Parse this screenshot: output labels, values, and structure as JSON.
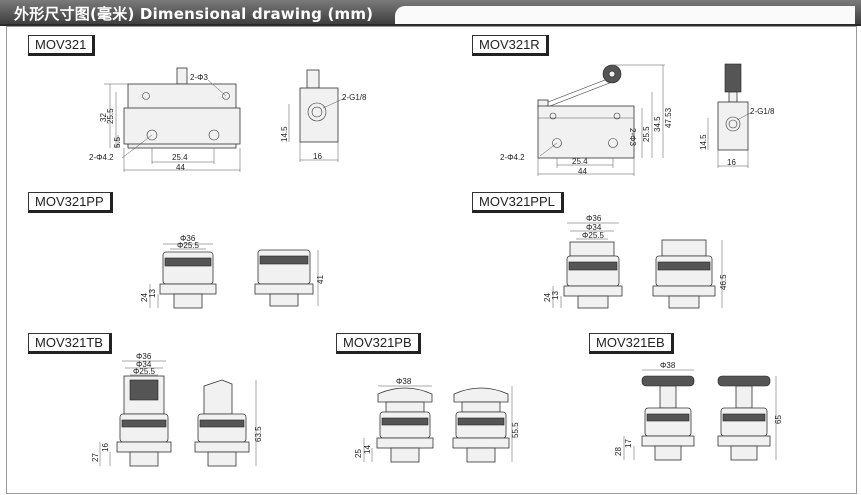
{
  "header": {
    "title": "外形尺寸图(毫米) Dimensional drawing (mm)"
  },
  "models": [
    "MOV321",
    "MOV321R",
    "MOV321PP",
    "MOV321PPL",
    "MOV321TB",
    "MOV321PB",
    "MOV321EB"
  ],
  "dims": {
    "mov321": {
      "hole_top": "2-Φ3",
      "hole_bottom": "2-Φ4.2",
      "height_total": "32",
      "height_inner": "25.5",
      "offset": "5.5",
      "hole_span": "25.4",
      "width": "44",
      "port": "2-G1/8",
      "side_height": "14.5",
      "side_width": "16"
    },
    "mov321r": {
      "height_total": "47.53",
      "h2": "34.5",
      "h3": "25.5",
      "hole_top": "2-Φ3",
      "hole_bottom": "2-Φ4.2",
      "hole_span": "25.4",
      "width": "44",
      "port": "2-G1/8",
      "side_height": "14.5",
      "side_width": "16"
    },
    "mov321pp": {
      "d1": "Φ36",
      "d2": "Φ25.5",
      "h1": "24",
      "h2": "13",
      "height": "41"
    },
    "mov321ppl": {
      "d1": "Φ36",
      "d2": "Φ34",
      "d3": "Φ25.5",
      "h1": "24",
      "h2": "13",
      "height": "46.5"
    },
    "mov321tb": {
      "d1": "Φ36",
      "d2": "Φ34",
      "d3": "Φ25.5",
      "h1": "27",
      "h2": "16",
      "height": "63.5"
    },
    "mov321pb": {
      "d1": "Φ38",
      "h1": "25",
      "h2": "14",
      "height": "55.5"
    },
    "mov321eb": {
      "d1": "Φ38",
      "h1": "28",
      "h2": "17",
      "height": "65"
    }
  }
}
